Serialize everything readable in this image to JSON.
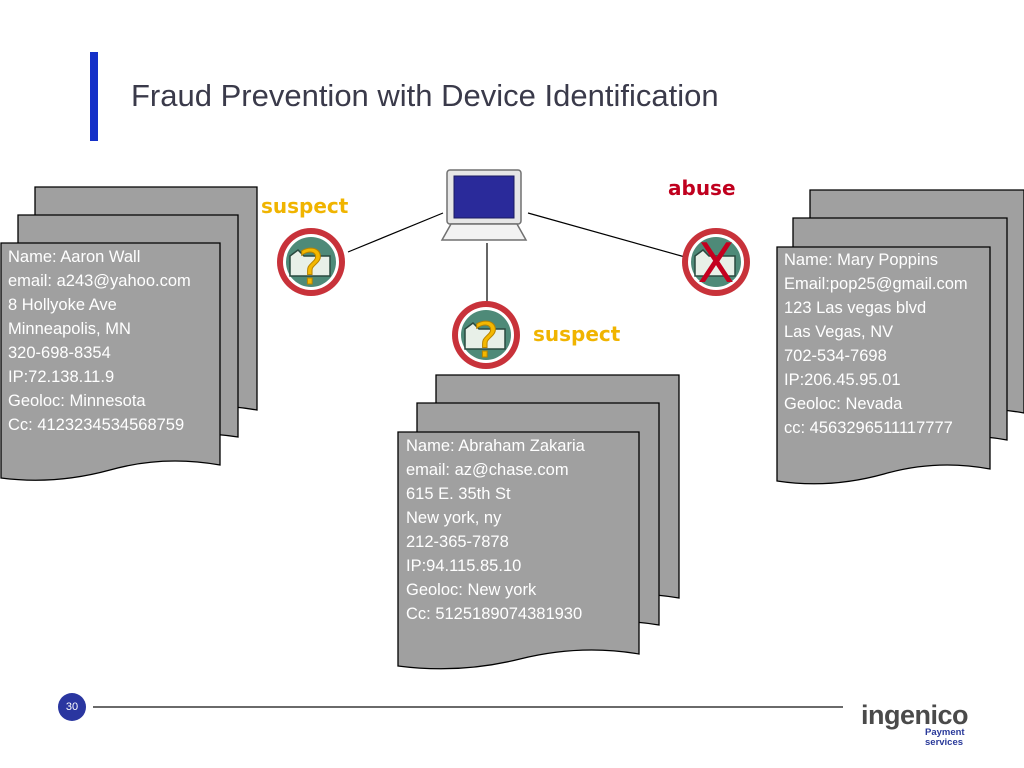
{
  "slide": {
    "title": "Fraud Prevention with Device Identification",
    "page_number": "30"
  },
  "labels": {
    "left_status": "suspect",
    "middle_status": "suspect",
    "right_status": "abuse",
    "question_mark": "?",
    "abuse_mark": "X"
  },
  "records": {
    "left": [
      "Name: Aaron Wall",
      "email:  a243@yahoo.com",
      "8 Hollyoke Ave",
      "Minneapolis, MN",
      "320-698-8354",
      "IP:72.138.11.9",
      "Geoloc: Minnesota",
      "Cc: 4123234534568759"
    ],
    "middle": [
      "Name:  Abraham Zakaria",
      "email: az@chase.com",
      "615 E. 35th St",
      "New york, ny",
      "212-365-7878",
      "IP:94.115.85.10",
      "Geoloc: New york",
      "Cc: 5125189074381930"
    ],
    "right": [
      "Name: Mary Poppins",
      "Email:pop25@gmail.com",
      "123 Las vegas blvd",
      "Las Vegas, NV",
      "702-534-7698",
      "IP:206.45.95.01",
      "Geoloc: Nevada",
      "cc: 4563296511117777"
    ]
  },
  "logo": {
    "name": "ingenico",
    "sub_line1": "Payment",
    "sub_line2": "services"
  },
  "colors": {
    "accent_bar": "#1430c8",
    "suspect": "#f0b400",
    "abuse": "#c0001e",
    "document_fill": "#a0a0a0",
    "badge_ring": "#c8323a",
    "badge_inner": "#4e8a78"
  }
}
